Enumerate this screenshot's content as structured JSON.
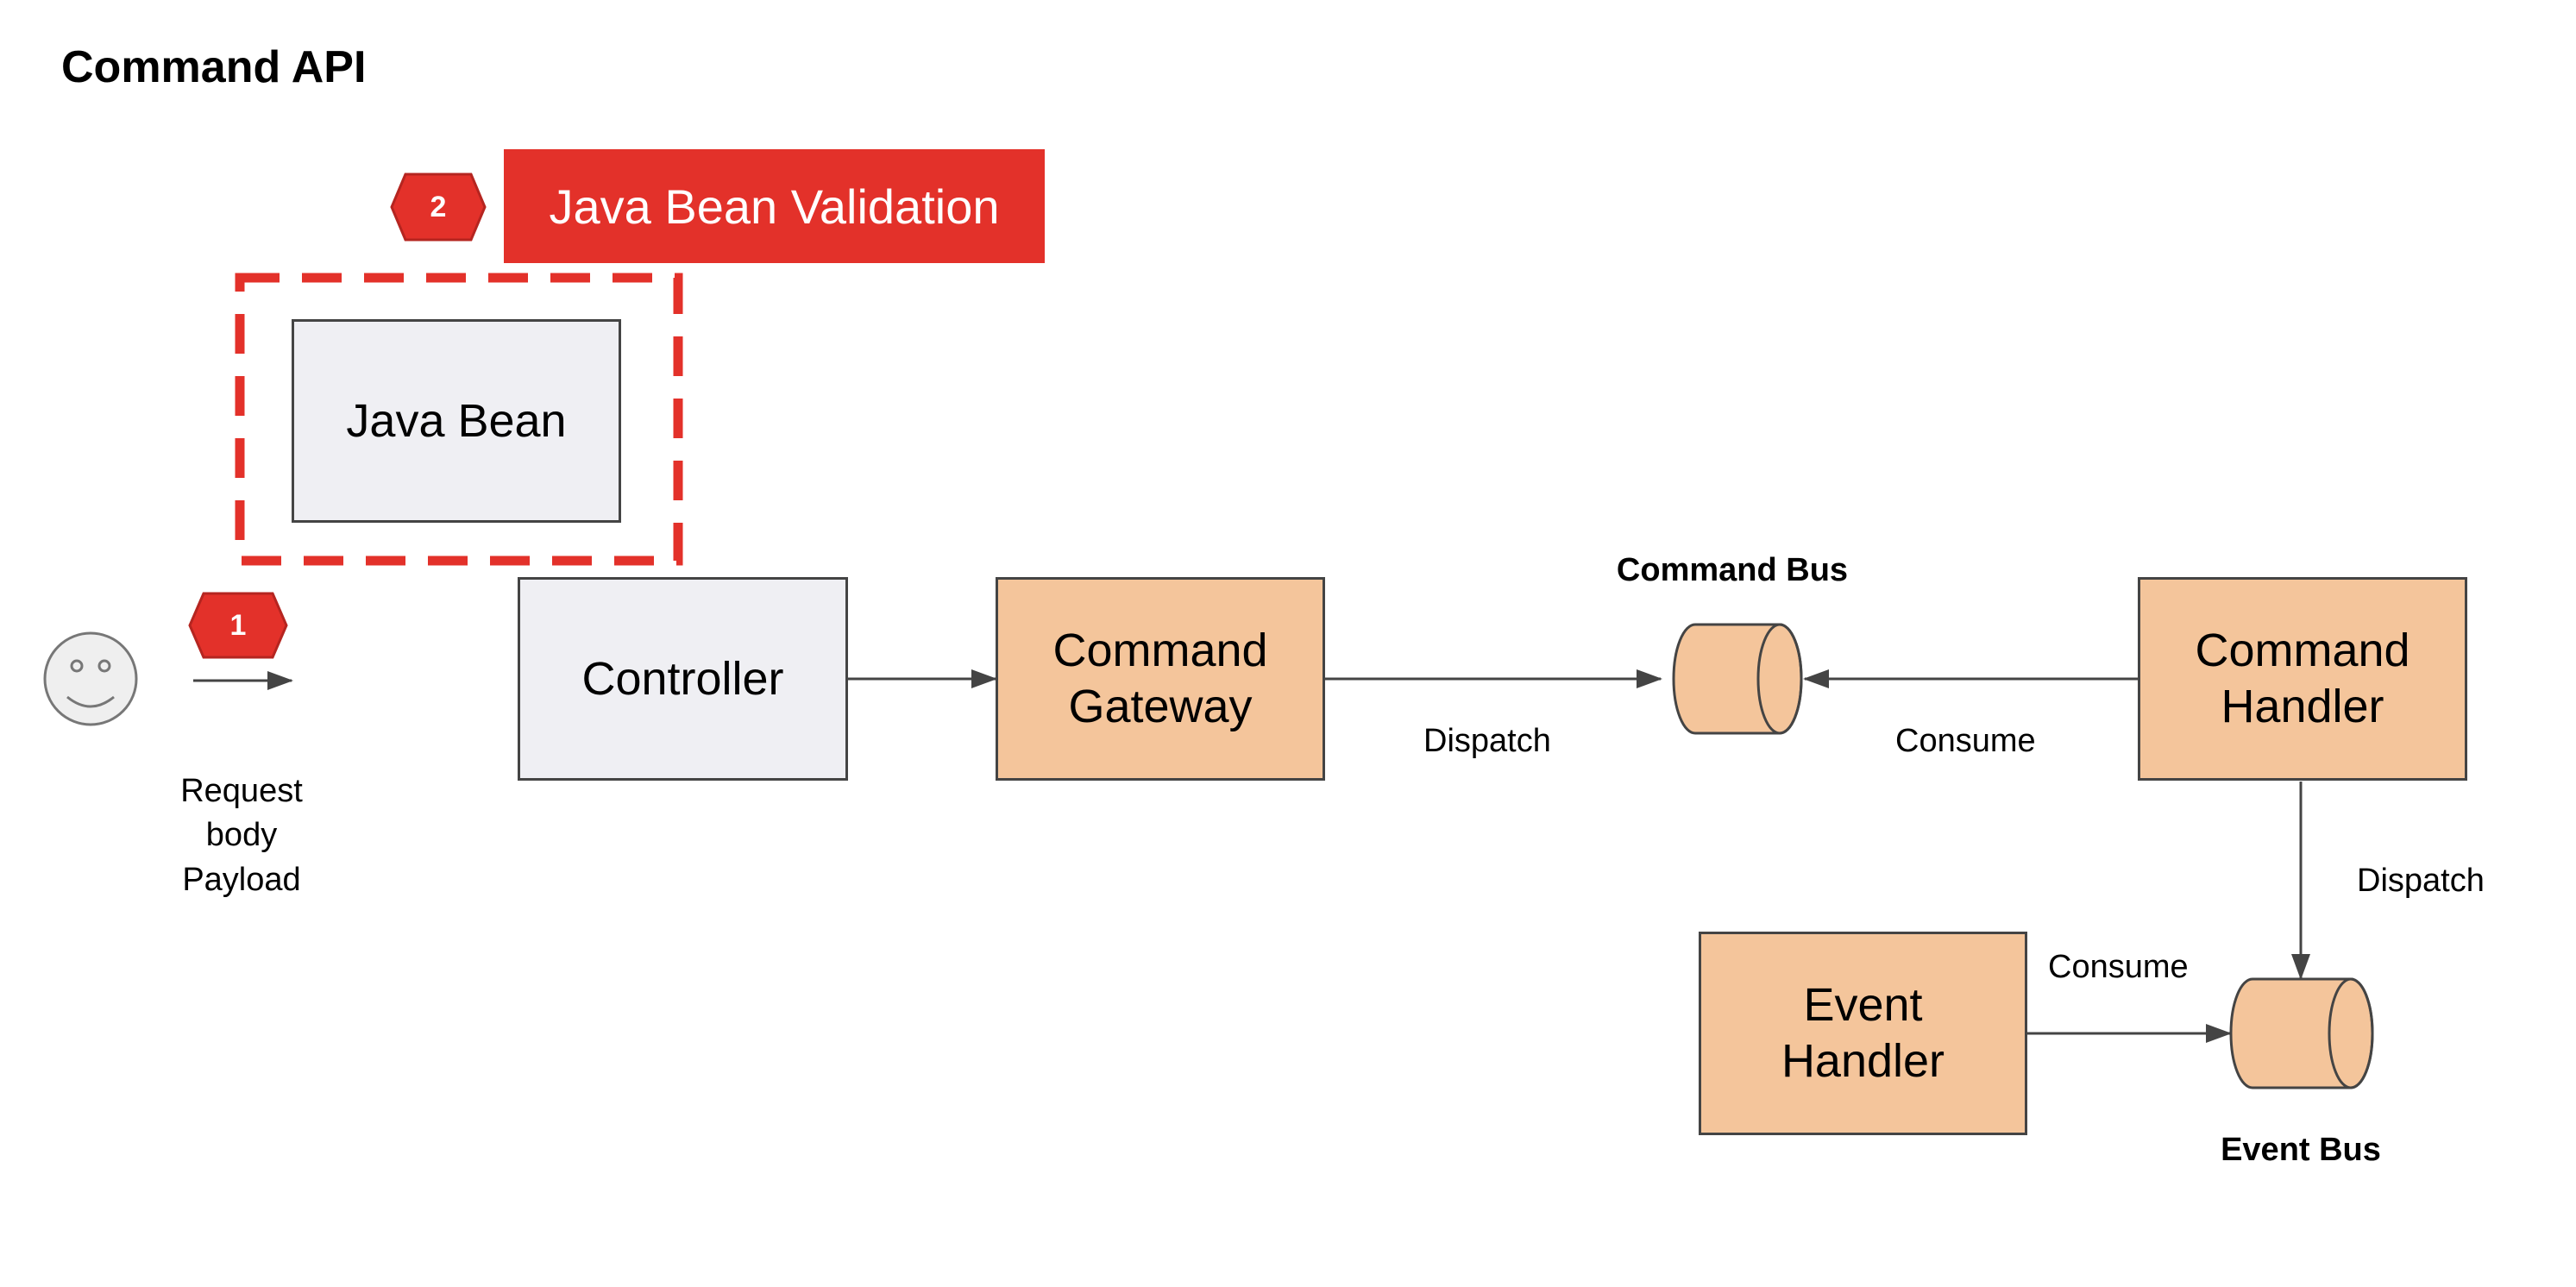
{
  "title": "Command API",
  "validation_label": "Java Bean Validation",
  "badges": {
    "step1": "1",
    "step2": "2"
  },
  "nodes": {
    "java_bean": "Java Bean",
    "controller": "Controller",
    "command_gateway": "Command\nGateway",
    "command_handler": "Command\nHandler",
    "event_handler": "Event\nHandler"
  },
  "buses": {
    "command_bus": "Command Bus",
    "event_bus": "Event Bus"
  },
  "edge_labels": {
    "request": "Request\nbody\nPayload",
    "gateway_dispatch": "Dispatch",
    "handler_consume": "Consume",
    "handler_dispatch": "Dispatch",
    "event_consume": "Consume"
  },
  "colors": {
    "accent_red": "#e3312a",
    "gray_fill": "#efeff3",
    "orange_fill": "#f4c59b",
    "line": "#444444"
  }
}
